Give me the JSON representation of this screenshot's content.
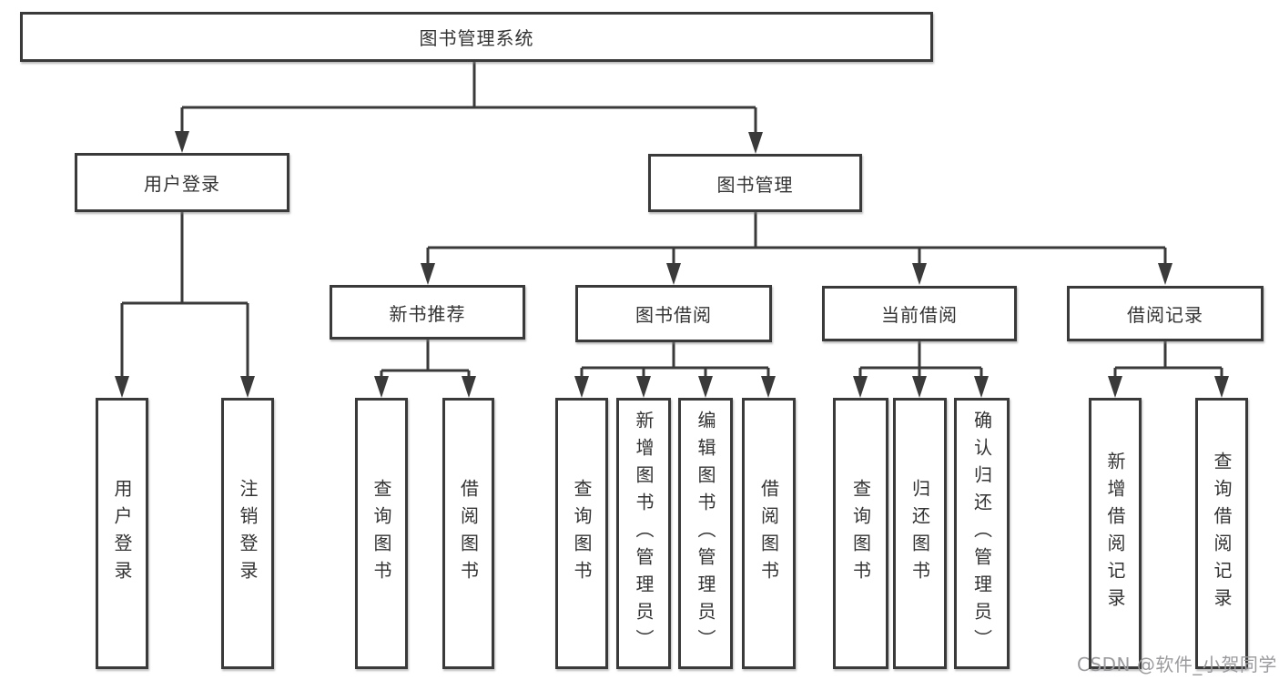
{
  "diagram": {
    "title_note": "functional structure tree of a library management system",
    "root": {
      "label": "图书管理系统"
    },
    "level2": [
      {
        "id": "user-login",
        "label": "用户登录"
      },
      {
        "id": "book-management",
        "label": "图书管理"
      }
    ],
    "level3": [
      {
        "id": "new-book-recommend",
        "label": "新书推荐",
        "parent": "book-management"
      },
      {
        "id": "book-borrowing",
        "label": "图书借阅",
        "parent": "book-management"
      },
      {
        "id": "current-borrowing",
        "label": "当前借阅",
        "parent": "book-management"
      },
      {
        "id": "borrowing-records",
        "label": "借阅记录",
        "parent": "book-management"
      }
    ],
    "leaves": [
      {
        "id": "user-login-leaf",
        "label": "用户登录",
        "parent": "user-login"
      },
      {
        "id": "logout",
        "label": "注销登录",
        "parent": "user-login"
      },
      {
        "id": "query-books-1",
        "label": "查询图书",
        "parent": "new-book-recommend"
      },
      {
        "id": "borrow-books-1",
        "label": "借阅图书",
        "parent": "new-book-recommend"
      },
      {
        "id": "query-books-2",
        "label": "查询图书",
        "parent": "book-borrowing"
      },
      {
        "id": "add-books-admin",
        "label": "新增图书（管理员）",
        "parent": "book-borrowing"
      },
      {
        "id": "edit-books-admin",
        "label": "编辑图书（管理员）",
        "parent": "book-borrowing"
      },
      {
        "id": "borrow-books-2",
        "label": "借阅图书",
        "parent": "book-borrowing"
      },
      {
        "id": "query-books-3",
        "label": "查询图书",
        "parent": "current-borrowing"
      },
      {
        "id": "return-books",
        "label": "归还图书",
        "parent": "current-borrowing"
      },
      {
        "id": "confirm-return-admin",
        "label": "确认归还（管理员）",
        "parent": "current-borrowing"
      },
      {
        "id": "add-borrow-record",
        "label": "新增借阅记录",
        "parent": "borrowing-records"
      },
      {
        "id": "query-borrow-record",
        "label": "查询借阅记录",
        "parent": "borrowing-records"
      }
    ],
    "colors": {
      "line": "#3a3a3a",
      "box_border": "#3a3a3a",
      "box_fill": "#ffffff",
      "text": "#333333",
      "watermark": "#9b9b9f"
    }
  },
  "watermark": {
    "text": "CSDN @软件_小贺同学"
  }
}
